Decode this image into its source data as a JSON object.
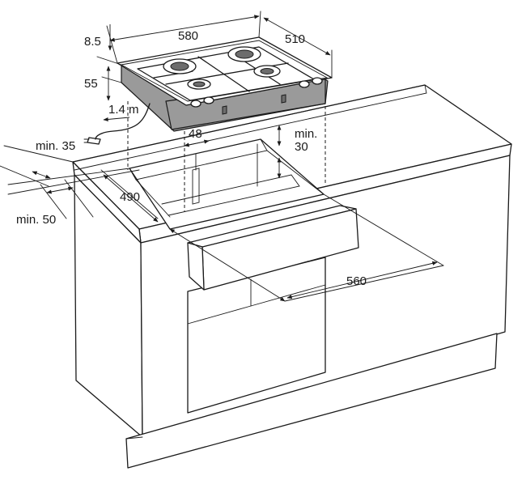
{
  "labels": {
    "width": "580",
    "depth": "510",
    "thickness": "8.5",
    "height_below": "55",
    "cable": "1.4 m",
    "offset": "48",
    "min_side": "min. 30",
    "min_back": "min. 35",
    "min_front": "min. 50",
    "cutout_depth": "490",
    "cutout_width": "560"
  }
}
